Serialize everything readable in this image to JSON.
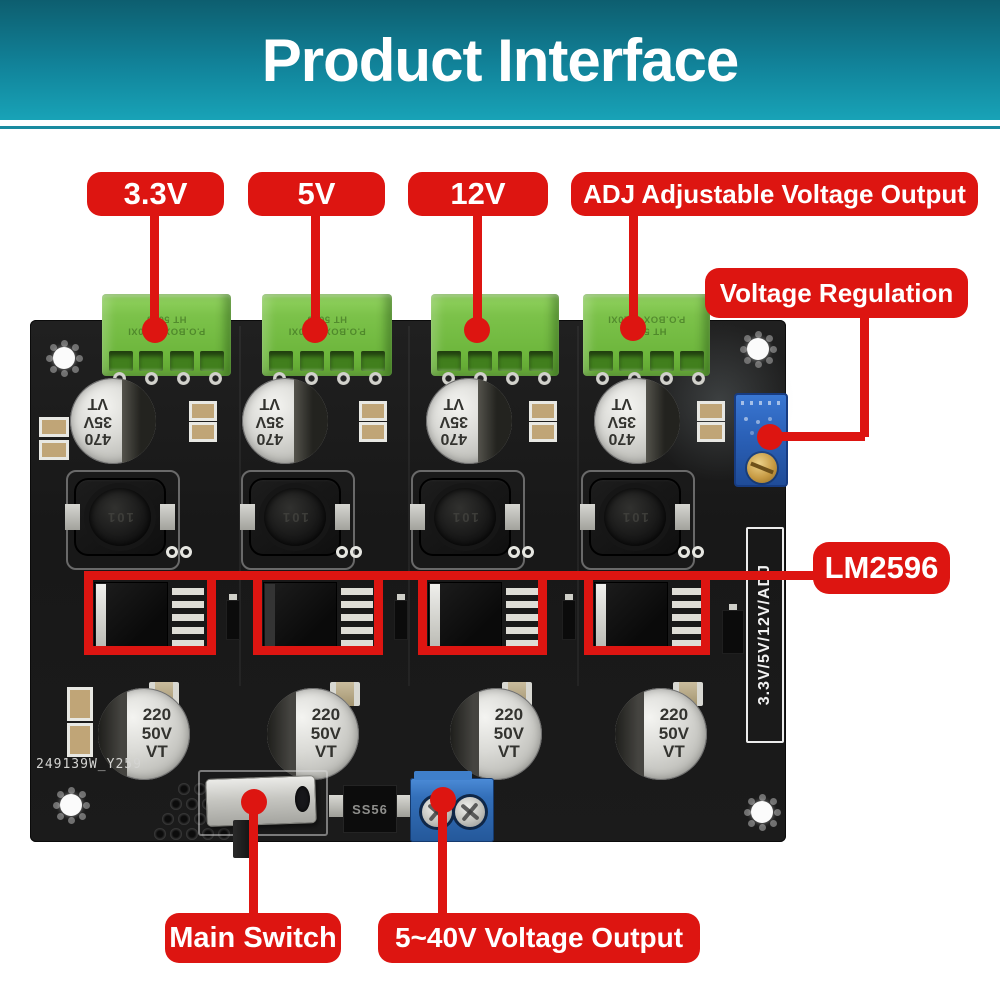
{
  "banner": {
    "title": "Product Interface"
  },
  "callouts": {
    "ch1": "3.3V",
    "ch2": "5V",
    "ch3": "12V",
    "adj": "ADJ Adjustable Voltage Output",
    "voltage_regulation": "Voltage Regulation",
    "regulator_ic": "LM2596",
    "main_switch": "Main Switch",
    "output": "5~40V Voltage Output"
  },
  "board": {
    "input_cap": {
      "l1": "470",
      "l2": "35V",
      "l3": "VT"
    },
    "output_cap": {
      "l1": "220",
      "l2": "50V",
      "l3": "VT"
    },
    "inductor_mark": "101",
    "diode_mark": "SS56",
    "side_label": "3.3V/5V/12V/ADJ",
    "board_id": "249139W_Y259",
    "terminal_print": {
      "line1": "P.O.BOX 4110XI",
      "line2": "HT 5096"
    }
  },
  "colors": {
    "accent_red": "#dd1511",
    "banner_teal_dark": "#0d5e6f",
    "banner_teal_light": "#18a3b7",
    "terminal_green": "#7cc24a",
    "potentiometer_blue": "#2b61b8",
    "output_terminal_blue": "#336fb9",
    "pcb_black": "#1b1b1b"
  }
}
